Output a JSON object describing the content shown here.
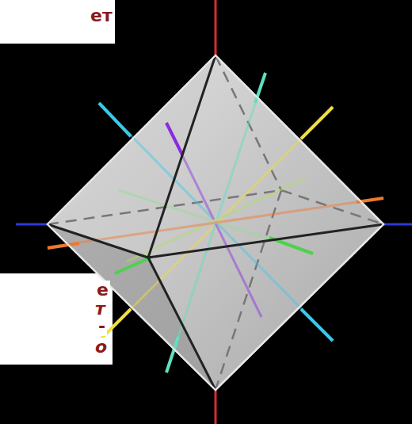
{
  "diagram": {
    "labels": [
      "ет",
      "е",
      "т",
      "-",
      "о"
    ]
  }
}
